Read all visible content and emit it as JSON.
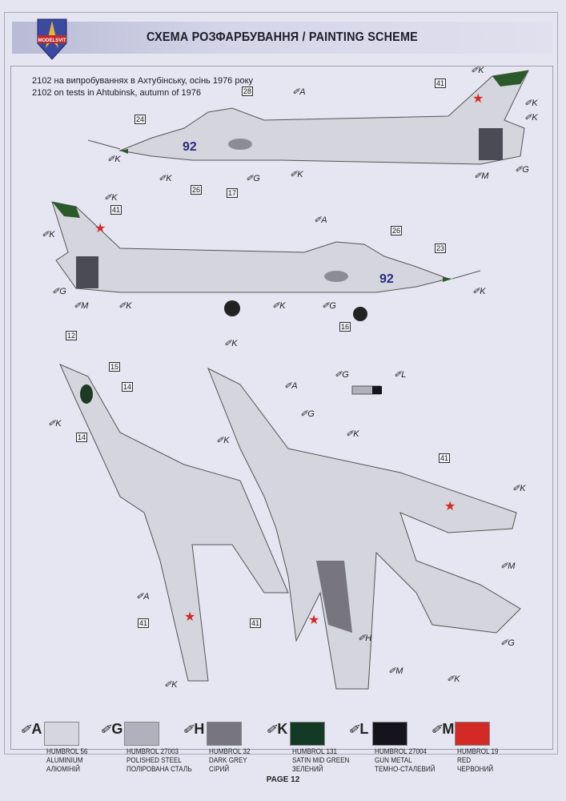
{
  "header": {
    "title": "СХЕМА РОЗФАРБУВАННЯ  / PAINTING  SCHEME",
    "logo_text": "MODELSVIT"
  },
  "caption": {
    "line1": "2102 на випробуваннях в Ахтубінську, осінь 1976 року",
    "line2": "2102 on tests in Ahtubinsk, autumn of 1976"
  },
  "aircraft": {
    "side_number": "92"
  },
  "callouts": [
    "A",
    "K",
    "41",
    "28",
    "24",
    "K",
    "K",
    "26",
    "17",
    "G",
    "K",
    "K",
    "K",
    "M",
    "G",
    "K",
    "41",
    "A",
    "K",
    "G",
    "M",
    "K",
    "26",
    "23",
    "K",
    "K",
    "G",
    "16",
    "12",
    "15",
    "14",
    "14",
    "K",
    "K",
    "A",
    "41",
    "K",
    "K",
    "A",
    "G",
    "K",
    "G",
    "L",
    "41",
    "K",
    "41",
    "H",
    "M",
    "G",
    "M",
    "K"
  ],
  "legend": [
    {
      "letter": "A",
      "code": "HUMBROL 56",
      "en": "ALUMINIUM",
      "ua": "АЛЮМІНІЙ",
      "color": "#d6d7de"
    },
    {
      "letter": "G",
      "code": "HUMBROL 27003",
      "en": "POLISHED STEEL",
      "ua": "ПОЛІРОВАНА СТАЛЬ",
      "color": "#b0b1bd"
    },
    {
      "letter": "H",
      "code": "HUMBROL 32",
      "en": "DARK GREY",
      "ua": "СІРИЙ",
      "color": "#77767f"
    },
    {
      "letter": "K",
      "code": "HUMBROL 131",
      "en": "SATIN MID GREEN",
      "ua": "ЗЕЛЕНИЙ",
      "color": "#123a24"
    },
    {
      "letter": "L",
      "code": "HUMBROL 27004",
      "en": "GUN METAL",
      "ua": "ТЕМНО-СТАЛЕВИЙ",
      "color": "#15141c"
    },
    {
      "letter": "M",
      "code": "HUMBROL 19",
      "en": "RED",
      "ua": "ЧЕРВОНИЙ",
      "color": "#d42a26"
    }
  ],
  "footer": {
    "page": "PAGE 12"
  }
}
